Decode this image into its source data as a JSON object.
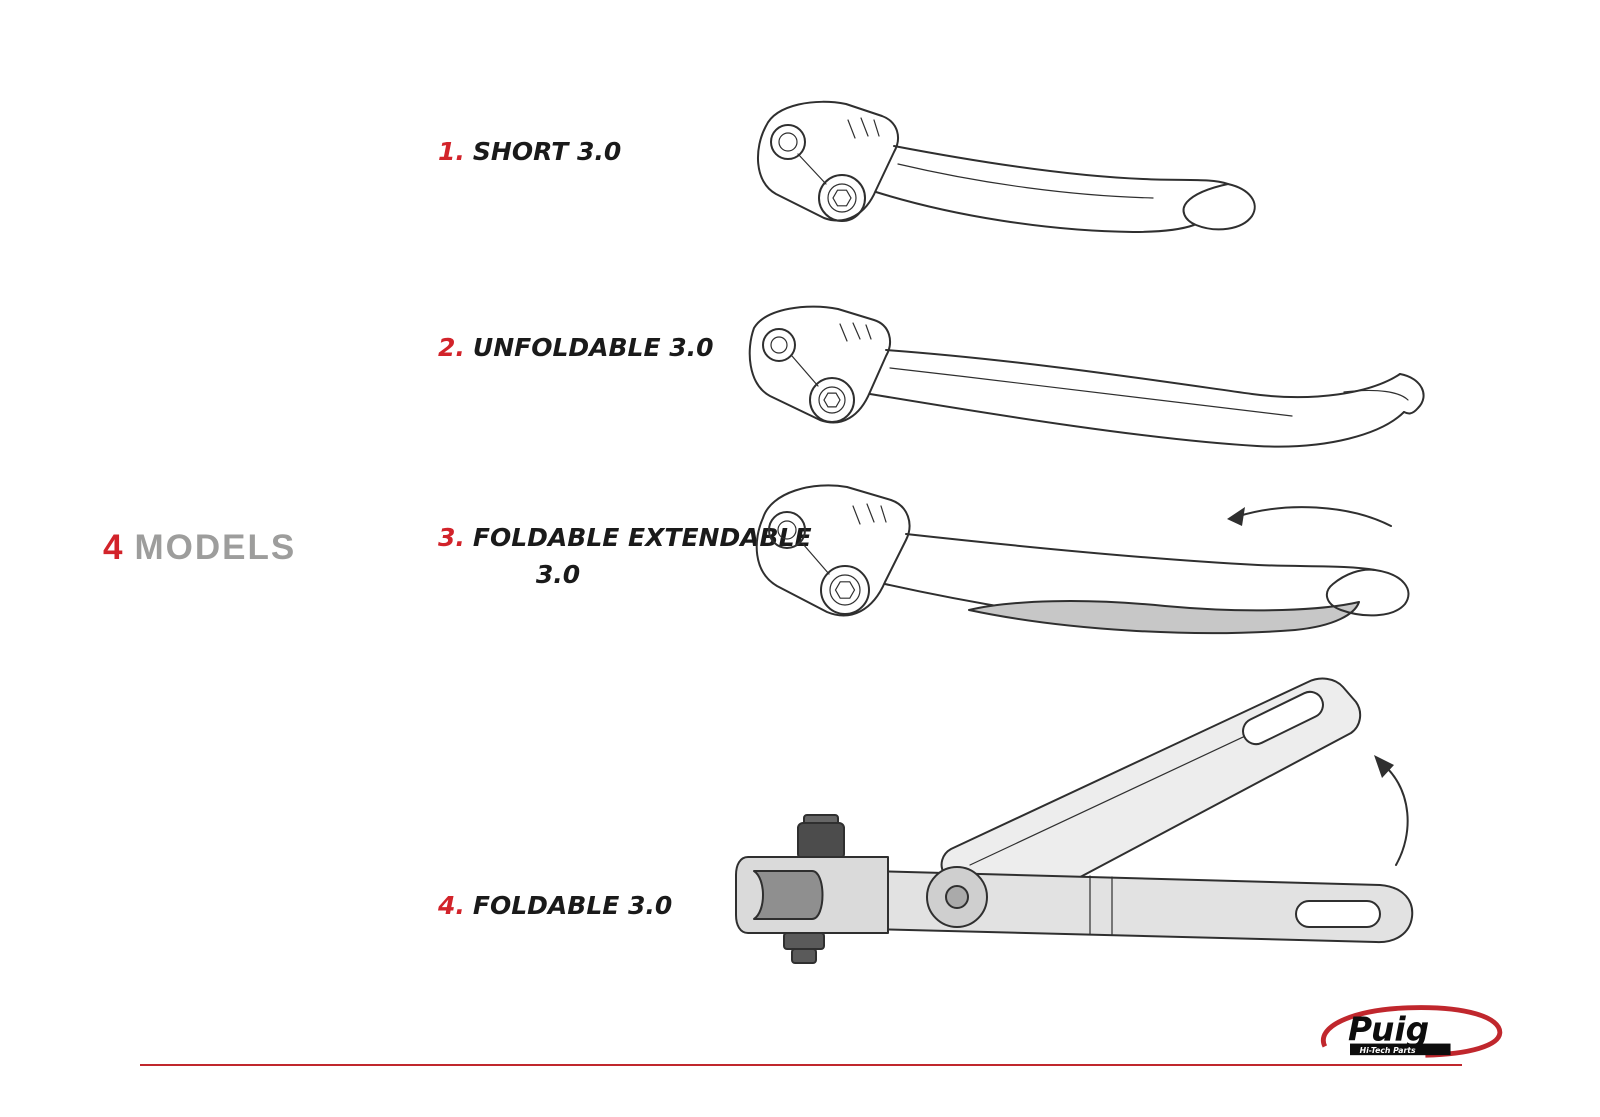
{
  "page": {
    "background": "#ffffff",
    "accent_red": "#d2232a",
    "rule_red": "#c0272d",
    "gray": "#9d9d9c"
  },
  "models_label": {
    "number": "4",
    "text": "MODELS"
  },
  "items": [
    {
      "number": "1.",
      "label": "SHORT 3.0"
    },
    {
      "number": "2.",
      "label": "UNFOLDABLE 3.0"
    },
    {
      "number": "3.",
      "label": "FOLDABLE EXTENDABLE",
      "label2": "3.0"
    },
    {
      "number": "4.",
      "label": "FOLDABLE 3.0"
    }
  ],
  "illustrations": [
    {
      "name": "short-lever-drawing"
    },
    {
      "name": "unfoldable-lever-drawing"
    },
    {
      "name": "foldable-extendable-lever-drawing"
    },
    {
      "name": "foldable-lever-folded-drawing"
    }
  ],
  "logo": {
    "brand": "Puig",
    "tagline": "Hi-Tech Parts"
  }
}
